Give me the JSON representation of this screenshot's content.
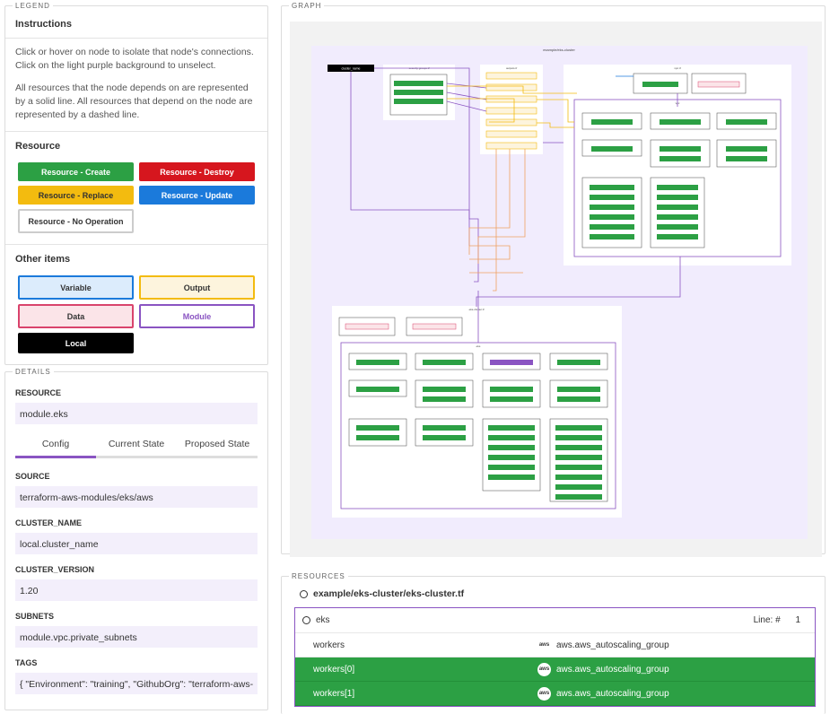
{
  "legend": {
    "title": "LEGEND",
    "instructions_title": "Instructions",
    "instructions_1": "Click or hover on node to isolate that node's connections. Click on the light purple background to unselect.",
    "instructions_2": "All resources that the node depends on are represented by a solid line. All resources that depend on the node are represented by a dashed line.",
    "resource_title": "Resource",
    "resource_create": "Resource - Create",
    "resource_destroy": "Resource - Destroy",
    "resource_replace": "Resource - Replace",
    "resource_update": "Resource - Update",
    "resource_noop": "Resource - No Operation",
    "other_title": "Other items",
    "variable": "Variable",
    "output": "Output",
    "data": "Data",
    "module": "Module",
    "local": "Local"
  },
  "details": {
    "title": "DETAILS",
    "resource_label": "RESOURCE",
    "resource_value": "module.eks",
    "tabs": [
      "Config",
      "Current State",
      "Proposed State"
    ],
    "fields": [
      {
        "label": "SOURCE",
        "value": "terraform-aws-modules/eks/aws"
      },
      {
        "label": "CLUSTER_NAME",
        "value": "local.cluster_name"
      },
      {
        "label": "CLUSTER_VERSION",
        "value": "1.20"
      },
      {
        "label": "SUBNETS",
        "value": "module.vpc.private_subnets"
      },
      {
        "label": "TAGS",
        "value": "{ \"Environment\": \"training\", \"GithubOrg\": \"terraform-aws-"
      }
    ]
  },
  "graph": {
    "title": "GRAPH",
    "root_label": "example/eks-cluster",
    "local_node": "cluster_name",
    "security_group_module": "security groups.tf",
    "outputs_module": "outputs.tf",
    "vpc_module": "vpc.tf",
    "eks_module": "eks-cluster.tf",
    "region_var": "region",
    "vpc_label": "vpc",
    "eks_label": "eks"
  },
  "resources": {
    "title": "RESOURCES",
    "file": "example/eks-cluster/eks-cluster.tf",
    "module_name": "eks",
    "line_label": "Line: #",
    "line_number": "1",
    "rows": [
      {
        "name": "workers",
        "type": "aws.aws_autoscaling_group",
        "icon": "aws-icon",
        "status": "none"
      },
      {
        "name": "workers[0]",
        "type": "aws.aws_autoscaling_group",
        "icon": "aws-icon",
        "status": "create"
      },
      {
        "name": "workers[1]",
        "type": "aws.aws_autoscaling_group",
        "icon": "aws-icon",
        "status": "create"
      }
    ]
  },
  "colors": {
    "create": "#2ca044",
    "destroy": "#d6161e",
    "replace": "#f3bb0f",
    "update": "#1b7adb",
    "module": "#8a54c2",
    "graph_bg": "#f1ecfd"
  }
}
